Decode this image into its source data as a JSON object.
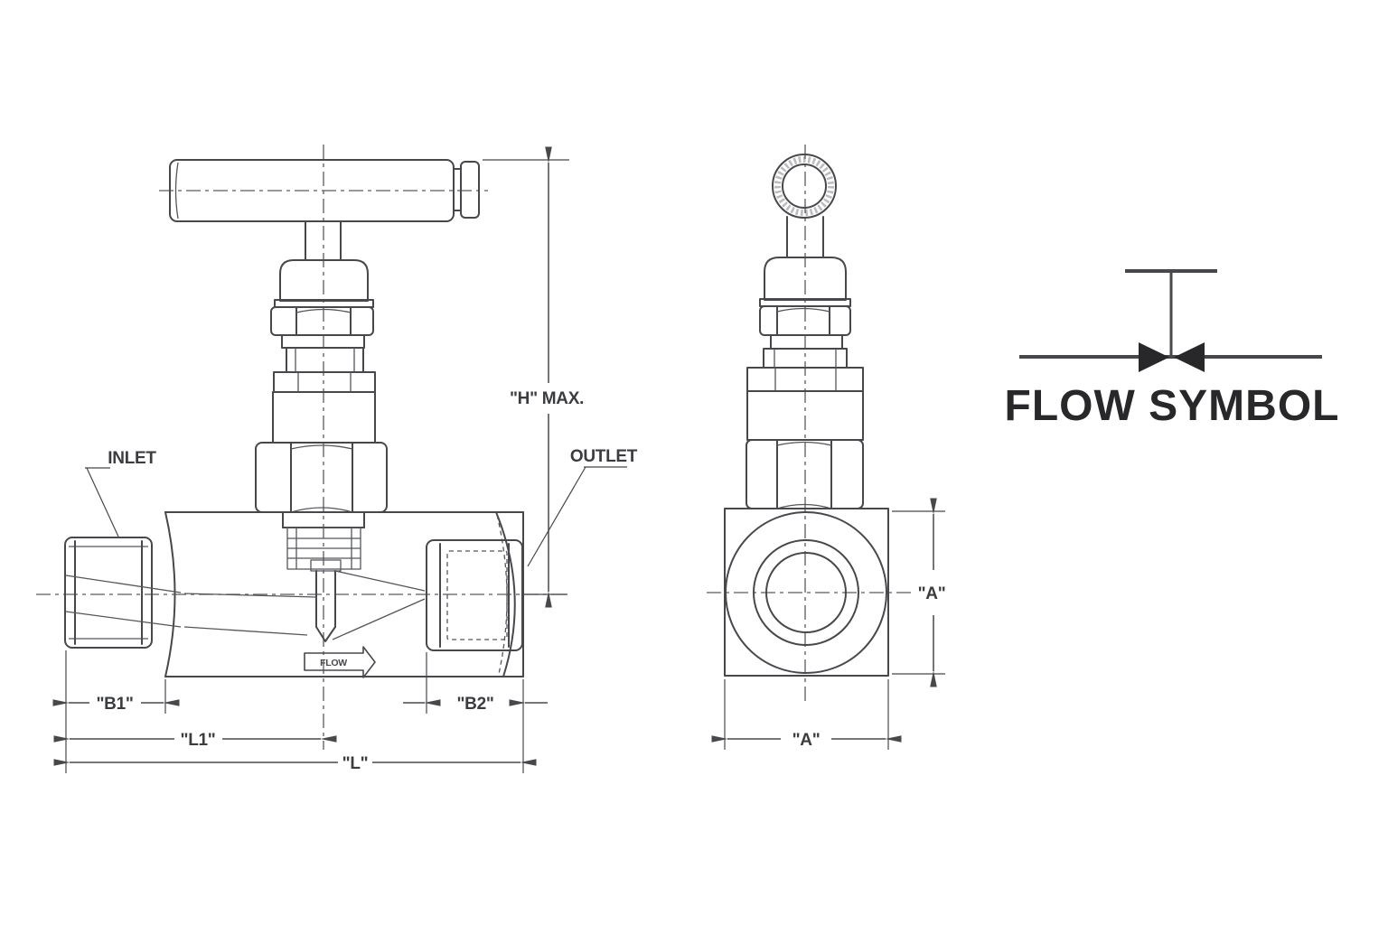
{
  "drawing": {
    "side_view": {
      "inlet_label": "INLET",
      "outlet_label": "OUTLET",
      "height_dim": "\"H\" MAX.",
      "inlet_end_dim": "\"B1\"",
      "outlet_end_dim": "\"B2\"",
      "inlet_to_stem_dim": "\"L1\"",
      "overall_length_dim": "\"L\"",
      "flow_marking": "FLOW"
    },
    "end_view": {
      "height_dim": "\"A\"",
      "width_dim": "\"A\""
    },
    "flow_symbol": {
      "caption": "FLOW SYMBOL"
    },
    "colors": {
      "line": "#47484c",
      "text": "#3b3c40",
      "symbol": "#28282b",
      "background": "#ffffff"
    }
  }
}
